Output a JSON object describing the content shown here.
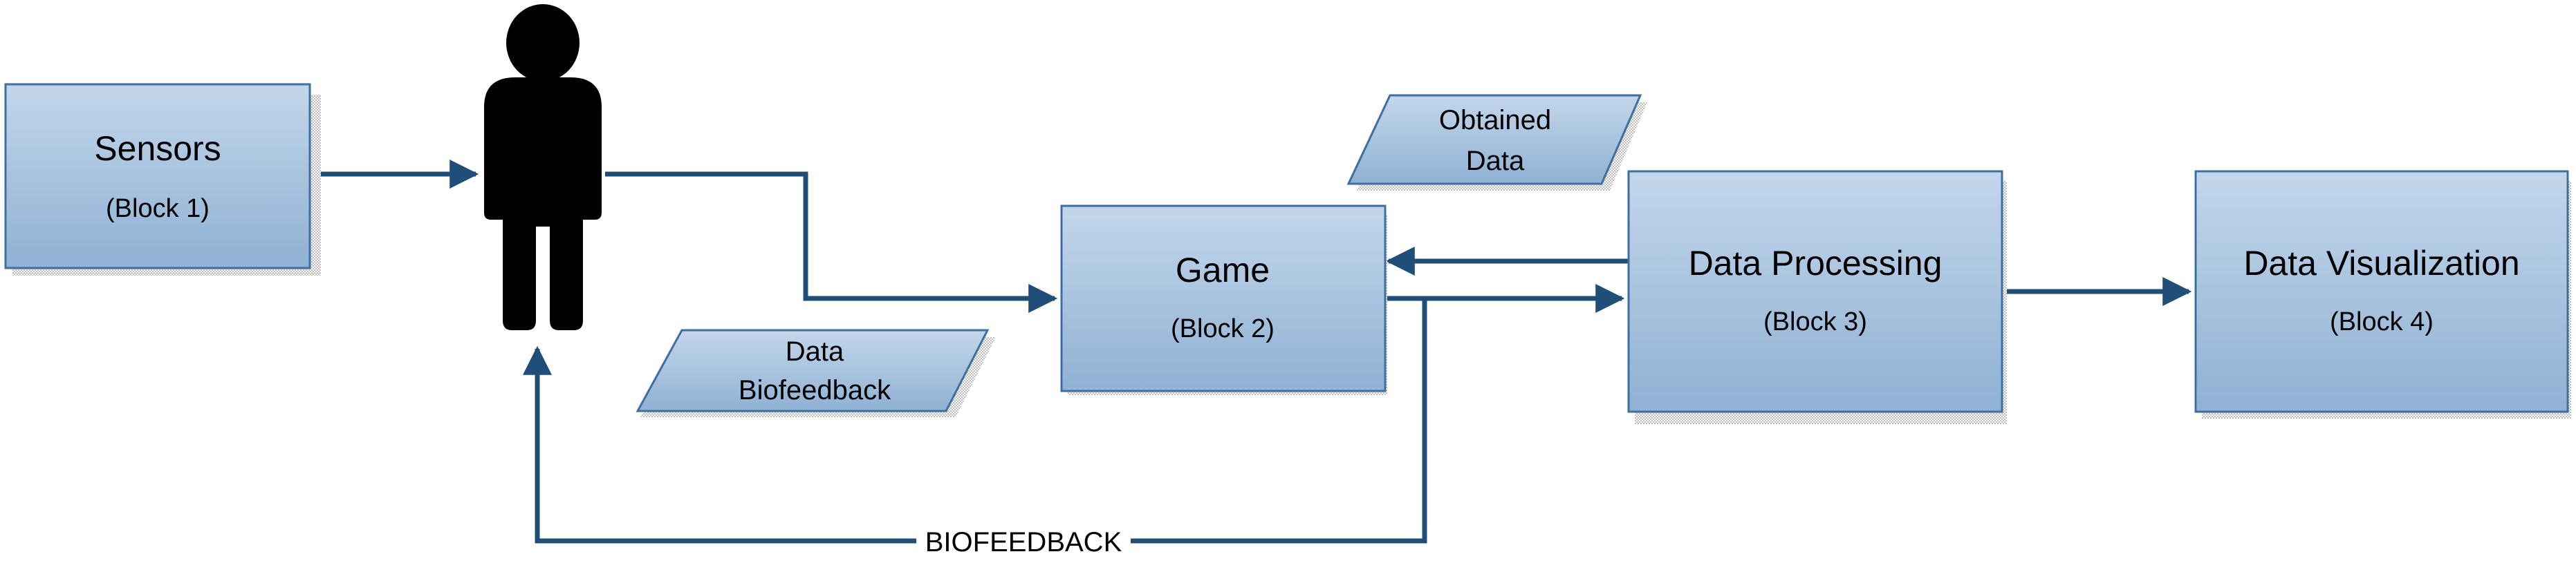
{
  "colors": {
    "block_top": "#C3D6EB",
    "block_bottom": "#8FB1D3",
    "block_border": "#3D6FA0",
    "connector": "#1F4E79",
    "person": "#000000",
    "shadow": "#BDBDBD"
  },
  "icons": {
    "person": "person-silhouette-icon"
  },
  "blocks": {
    "sensors": {
      "title": "Sensors",
      "subtitle": "(Block 1)"
    },
    "game": {
      "title": "Game",
      "subtitle": "(Block 2)"
    },
    "processing": {
      "title": "Data Processing",
      "subtitle": "(Block 3)"
    },
    "visualization": {
      "title": "Data Visualization",
      "subtitle": "(Block 4)"
    }
  },
  "data_items": {
    "obtained": {
      "line1": "Obtained",
      "line2": "Data"
    },
    "biofeedback": {
      "line1": "Data",
      "line2": "Biofeedback"
    }
  },
  "labels": {
    "feedback_loop": "BIOFEEDBACK"
  }
}
